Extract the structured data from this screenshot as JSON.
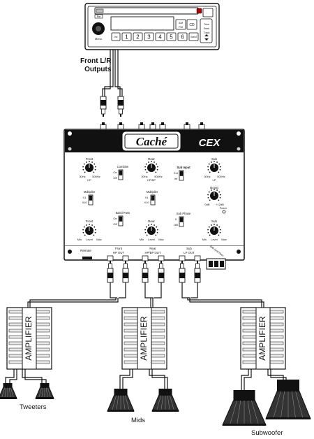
{
  "head_unit": {
    "buttons_top": [
      "AM",
      "FM",
      "CD"
    ],
    "presets": [
      "1",
      "2",
      "3",
      "4",
      "5",
      "6"
    ],
    "left_buttons": [
      "Pwr",
      "Vol",
      "Band"
    ],
    "side_labels": [
      "Tune",
      "Seek",
      "Track"
    ],
    "knob_label": "Menu"
  },
  "connection_label": "Front L/R\nOutputs",
  "crossover": {
    "brand": "Caché",
    "model": "CEX",
    "front_knob": {
      "title": "Front",
      "range_low": "30Hz",
      "range_high": "500Hz",
      "sub": "HP"
    },
    "rear_knob": {
      "title": "Rear",
      "range_low": "30Hz",
      "range_high": "500Hz",
      "sub": "HP/BP"
    },
    "sub_knob": {
      "title": "Sub",
      "range_low": "30Hz",
      "range_high": "500Hz",
      "sub": "LP"
    },
    "combine": {
      "title": "Combine",
      "on": "On",
      "off": "Off"
    },
    "sub_input": {
      "title": "Sub Input",
      "a": "Ext",
      "b": "Int"
    },
    "multiplier_front": {
      "title": "Multiplier",
      "a": "X1",
      "b": "X10"
    },
    "multiplier_rear": {
      "title": "Multiplier",
      "a": "X1",
      "b": "X10"
    },
    "boost": {
      "title": "Boost",
      "low": "0dB",
      "high": "+12dB",
      "extra": "Power"
    },
    "band_pass": {
      "title": "Band Pass",
      "on": "On",
      "off": "Off"
    },
    "sub_phase": {
      "title": "Sub Phase",
      "a": "0",
      "b": "180"
    },
    "front_level": {
      "title": "Front",
      "min": "Min",
      "mid": "Level",
      "max": "Max"
    },
    "rear_level": {
      "title": "Rear",
      "min": "Min",
      "mid": "Level",
      "max": "Max"
    },
    "sub_level": {
      "title": "Sub",
      "min": "Min",
      "mid": "Level",
      "max": "Max"
    },
    "bottom_labels": {
      "remote": "Remote",
      "front_out": "Front\nHP OUT",
      "rear_out": "Rear\nHP/BP OUT",
      "sub_out": "Sub\nLP OUT",
      "power_labels": "Batt  Gnd  Rem"
    }
  },
  "amplifier_label": "AMPLIFIER",
  "speaker_labels": {
    "tweeters": "Tweeters",
    "mids": "Mids",
    "subwoofer": "Subwoofer"
  },
  "colors": {
    "ink": "#111111",
    "panel": "#ffffff",
    "amp_fill": "#e8e8e8"
  }
}
